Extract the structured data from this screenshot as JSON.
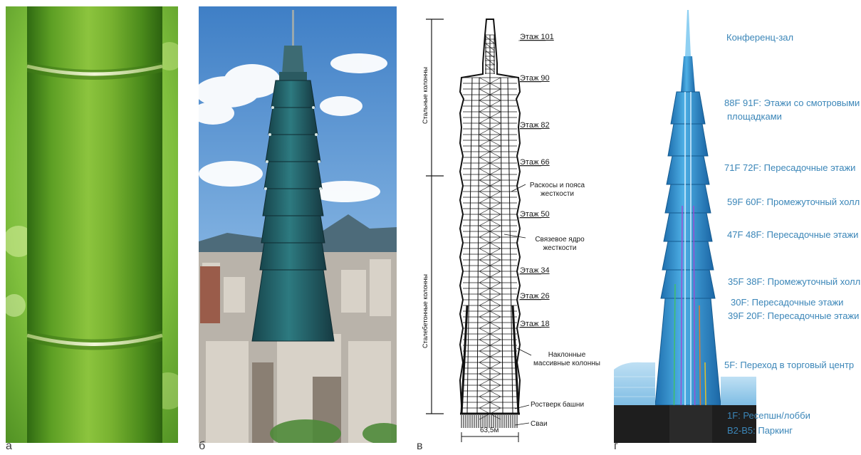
{
  "panels": {
    "a": {
      "letter": "а"
    },
    "b": {
      "letter": "б"
    },
    "c": {
      "letter": "в"
    },
    "d": {
      "letter": "г"
    }
  },
  "diagram": {
    "side_labels": {
      "steel": "Стальные колонны",
      "composite": "Сталебетонные колонны"
    },
    "floors": [
      "Этаж 101",
      "Этаж 90",
      "Этаж 82",
      "Этаж 66",
      "Этаж 50",
      "Этаж 34",
      "Этаж 26",
      "Этаж 18"
    ],
    "callouts": {
      "braces": "Раскосы и пояса жесткости",
      "core": "Связевое ядро жесткости",
      "mega_columns": "Наклонные массивные колонны",
      "grillage": "Ростверк башни",
      "piles": "Сваи"
    },
    "width": "63,5м"
  },
  "section": {
    "conference": "Конференц-зал",
    "observation": [
      "88F 91F: Этажи со смотровыми",
      "площадками"
    ],
    "sky72": "71F 72F: Пересадочные этажи",
    "sky60": "59F 60F: Промежуточный холл",
    "sky48": "47F 48F: Пересадочные этажи",
    "sky38": "35F 38F: Промежуточный холл",
    "sky30": "30F: Пересадочные этажи",
    "sky20": "39F 20F: Пересадочные этажи",
    "mall": "5F: Переход в торговый центр",
    "lobby": "1F: Ресепшн/лобби",
    "parking": "B2-B5: Паркинг"
  },
  "colors": {
    "bamboo": "#5fa12e",
    "sky": "#5a93cf",
    "glass": "#1f5d66",
    "section_blue": "#2f95d4"
  }
}
